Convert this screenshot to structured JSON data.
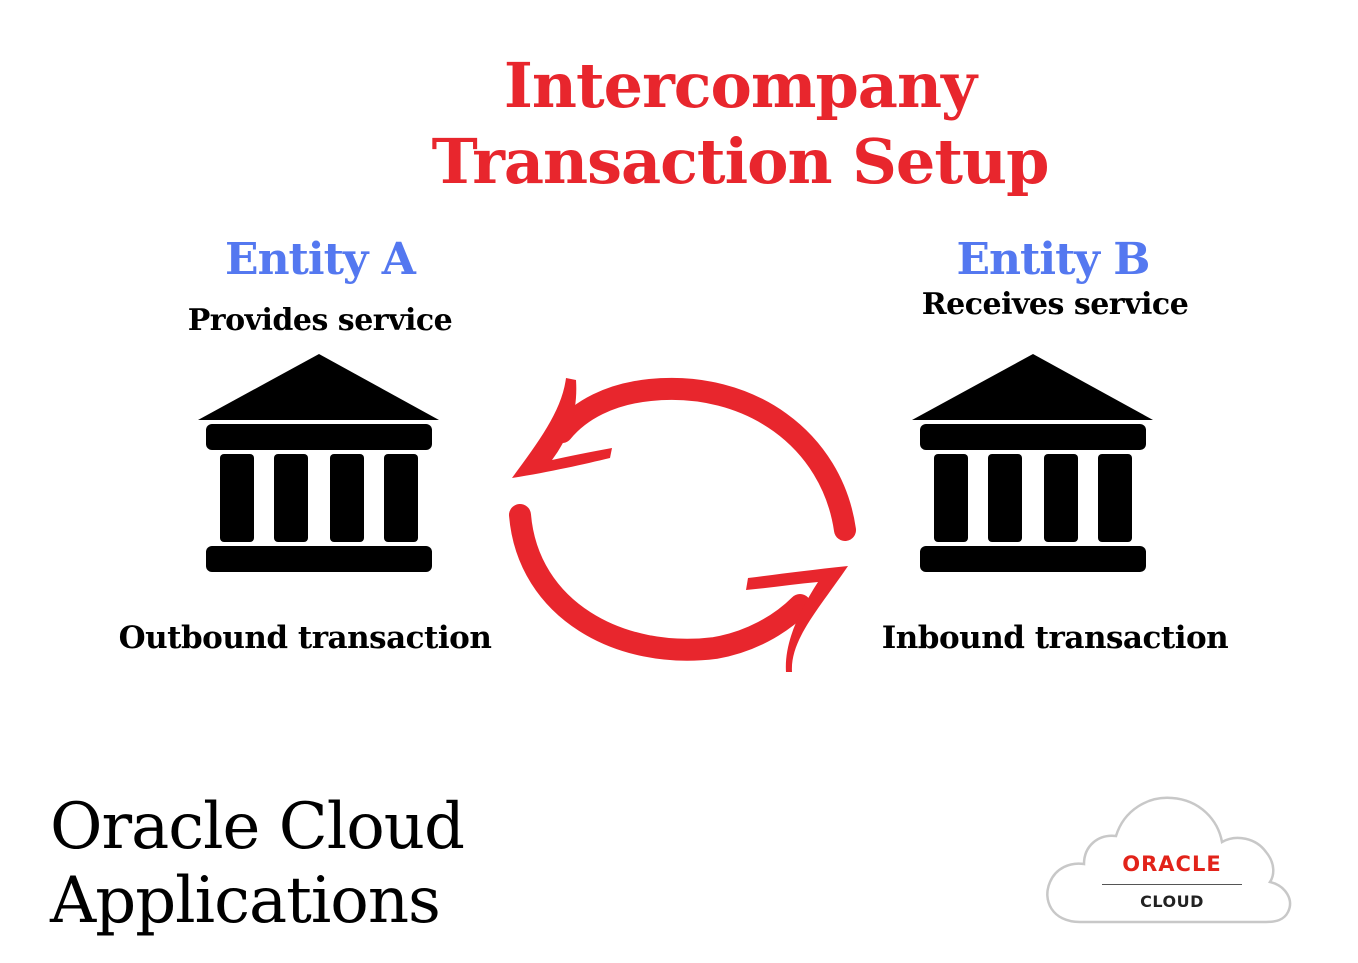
{
  "title": "Intercompany Transaction Setup",
  "entity_a": {
    "name": "Entity A",
    "role": "Provides service",
    "transaction": "Outbound transaction"
  },
  "entity_b": {
    "name": "Entity B",
    "role": "Receives service",
    "transaction": "Inbound transaction"
  },
  "branding": {
    "text": "Oracle Cloud Applications",
    "logo_primary": "ORACLE",
    "logo_secondary": "CLOUD"
  },
  "colors": {
    "title": "#e8262d",
    "entity_names": "#5478f0",
    "arrows": "#e8262d",
    "buildings": "#000000",
    "oracle_red": "#e2231a"
  },
  "icons": {
    "entity_a": "bank-building-icon",
    "entity_b": "bank-building-icon",
    "cycle": "circular-arrows-icon",
    "logo": "cloud-icon"
  }
}
